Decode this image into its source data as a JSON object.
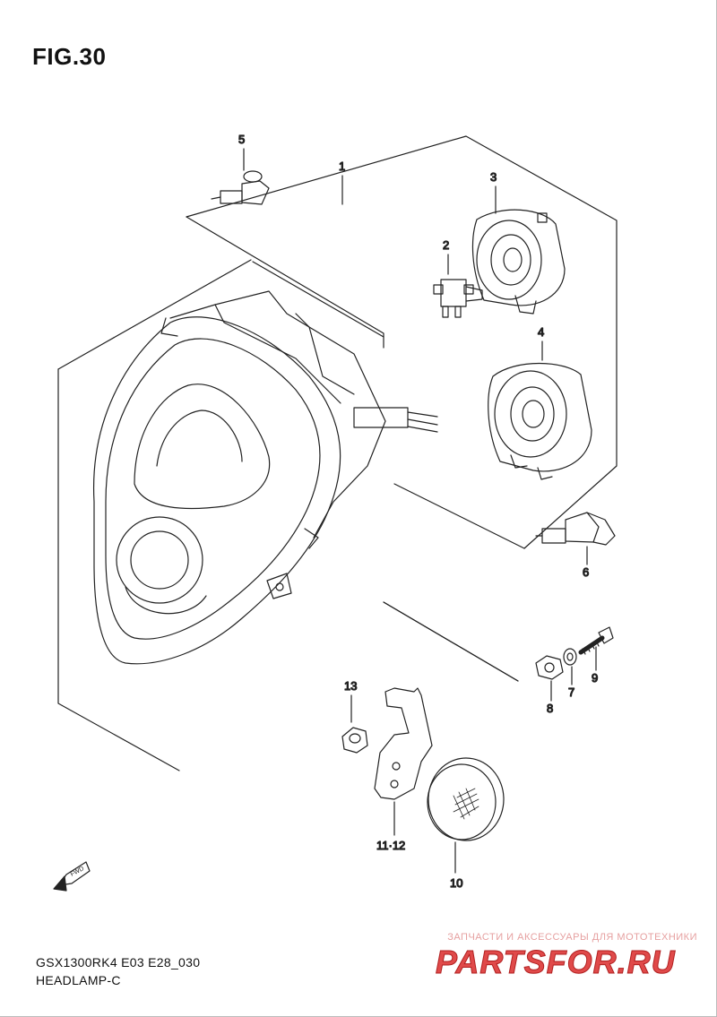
{
  "figure": {
    "title": "FIG.30"
  },
  "callouts": {
    "c1": "1",
    "c2": "2",
    "c3": "3",
    "c4": "4",
    "c5": "5",
    "c6": "6",
    "c7": "7",
    "c8": "8",
    "c9": "9",
    "c10": "10",
    "c11_12": "11·12",
    "c13": "13"
  },
  "fwd_badge": "FWD",
  "footer": {
    "model_code": "GSX1300RK4 E03 E28_030",
    "section_name": "HEADLAMP-C"
  },
  "watermark": {
    "tagline": "ЗАПЧАСТИ И АКСЕССУАРЫ ДЛЯ МОТОТЕХНИКИ",
    "logo": "PARTSFOR.RU",
    "color": "#e04a4a"
  }
}
